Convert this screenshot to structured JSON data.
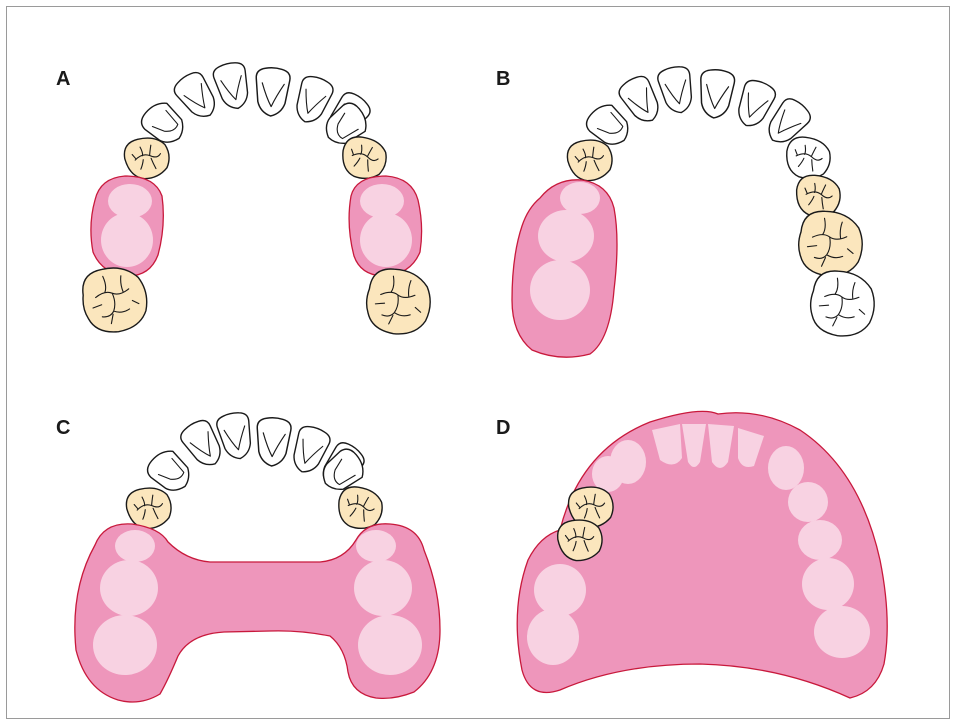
{
  "panels": [
    {
      "label": "A"
    },
    {
      "label": "B"
    },
    {
      "label": "C"
    },
    {
      "label": "D"
    }
  ],
  "colors": {
    "natural_tooth": "#ffffff",
    "abutment_tooth": "#fbe6bd",
    "denture_base": "#ee96bb",
    "denture_base_outline": "#c8193c",
    "artificial_tooth": "#f8d2e2",
    "outline": "#1a1a1a",
    "frame": "#9a9a9a"
  }
}
